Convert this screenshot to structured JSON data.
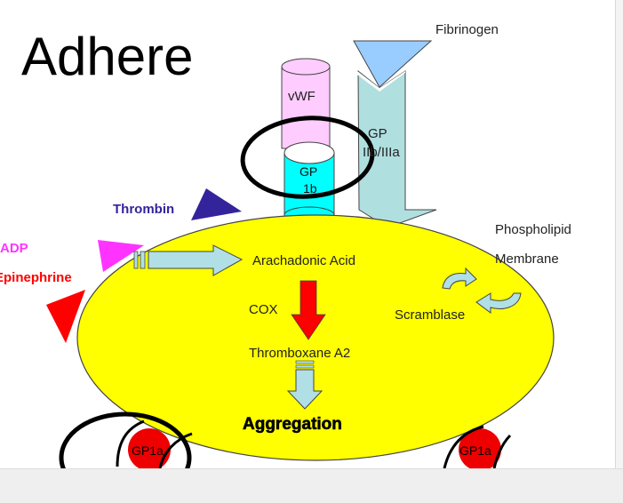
{
  "slide": {
    "title": "Adhere",
    "labels": {
      "fibrinogen": "Fibrinogen",
      "vwf": "vWF",
      "gp_iib_iiia_line1": "GP",
      "gp_iib_iiia_line2": "IIb/IIIa",
      "gp_1b_line1": "GP",
      "gp_1b_line2": "1b",
      "thrombin": "Thrombin",
      "adp": "ADP",
      "epinephrine": "Epinephrine",
      "phospholipid": "Phospholipid",
      "membrane": "Membrane",
      "arachadonic_acid": "Arachadonic Acid",
      "cox": "COX",
      "scramblase": "Scramblase",
      "thromboxane": "Thromboxane A2",
      "aggregation": "Aggregation",
      "gp1a_left": "GP1a",
      "gp1a_right": "GP1a"
    },
    "colors": {
      "platelet": "#ffff00",
      "fibrinogen": "#99ccff",
      "gp_iib_iiia": "#b0dfe0",
      "vwf": "#ffccff",
      "gp_1b": "#00ffff",
      "thrombin": "#33249c",
      "thrombin_text": "#33249c",
      "adp": "#ff33ff",
      "adp_text": "#ff33ff",
      "epinephrine": "#ff0000",
      "epinephrine_text": "#ff0000",
      "arrow_light": "#b0e0e6",
      "cox_arrow": "#ff0000",
      "gp1a": "#ee0000"
    }
  }
}
